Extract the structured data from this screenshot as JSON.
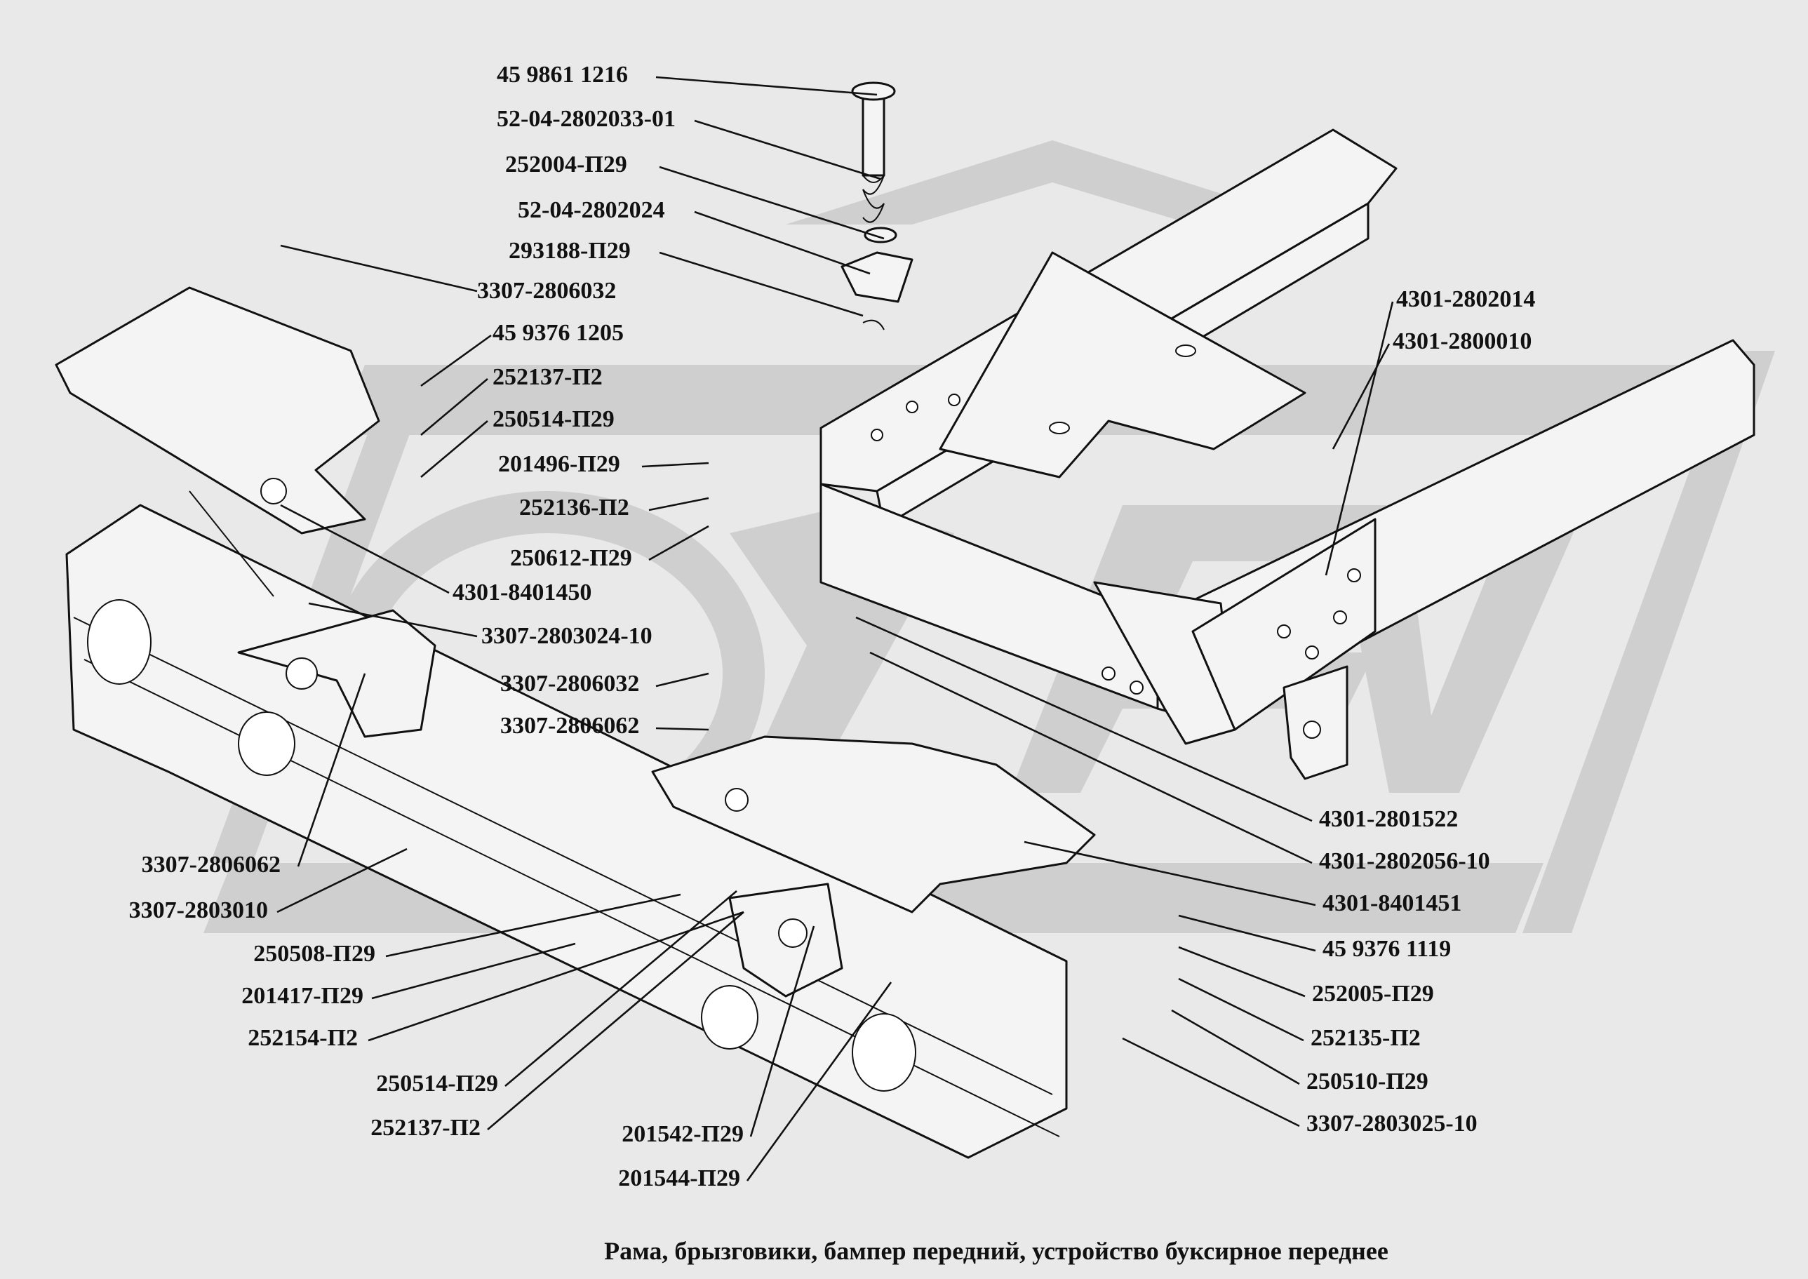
{
  "caption": "Рама, брызговики, бампер передний, устройство буксирное переднее",
  "labels": [
    {
      "id": "l01",
      "text": "45 9861 1216"
    },
    {
      "id": "l02",
      "text": "52-04-2802033-01"
    },
    {
      "id": "l03",
      "text": "252004-П29"
    },
    {
      "id": "l04",
      "text": "52-04-2802024"
    },
    {
      "id": "l05",
      "text": "293188-П29"
    },
    {
      "id": "l06",
      "text": "3307-2806032"
    },
    {
      "id": "l07",
      "text": "45 9376 1205"
    },
    {
      "id": "l08",
      "text": "252137-П2"
    },
    {
      "id": "l09",
      "text": "250514-П29"
    },
    {
      "id": "l10",
      "text": "201496-П29"
    },
    {
      "id": "l11",
      "text": "252136-П2"
    },
    {
      "id": "l12",
      "text": "250612-П29"
    },
    {
      "id": "l13",
      "text": "4301-8401450"
    },
    {
      "id": "l14",
      "text": "3307-2803024-10"
    },
    {
      "id": "l15",
      "text": "3307-2806032"
    },
    {
      "id": "l16",
      "text": "3307-2806062"
    },
    {
      "id": "l17",
      "text": "4301-2802014"
    },
    {
      "id": "l18",
      "text": "4301-2800010"
    },
    {
      "id": "l19",
      "text": "3307-2806062"
    },
    {
      "id": "l20",
      "text": "3307-2803010"
    },
    {
      "id": "l21",
      "text": "250508-П29"
    },
    {
      "id": "l22",
      "text": "201417-П29"
    },
    {
      "id": "l23",
      "text": "252154-П2"
    },
    {
      "id": "l24",
      "text": "250514-П29"
    },
    {
      "id": "l25",
      "text": "252137-П2"
    },
    {
      "id": "l26",
      "text": "201542-П29"
    },
    {
      "id": "l27",
      "text": "201544-П29"
    },
    {
      "id": "l28",
      "text": "4301-2801522"
    },
    {
      "id": "l29",
      "text": "4301-2802056-10"
    },
    {
      "id": "l30",
      "text": "4301-8401451"
    },
    {
      "id": "l31",
      "text": "45 9376 1119"
    },
    {
      "id": "l32",
      "text": "252005-П29"
    },
    {
      "id": "l33",
      "text": "252135-П2"
    },
    {
      "id": "l34",
      "text": "250510-П29"
    },
    {
      "id": "l35",
      "text": "3307-2803025-10"
    }
  ]
}
